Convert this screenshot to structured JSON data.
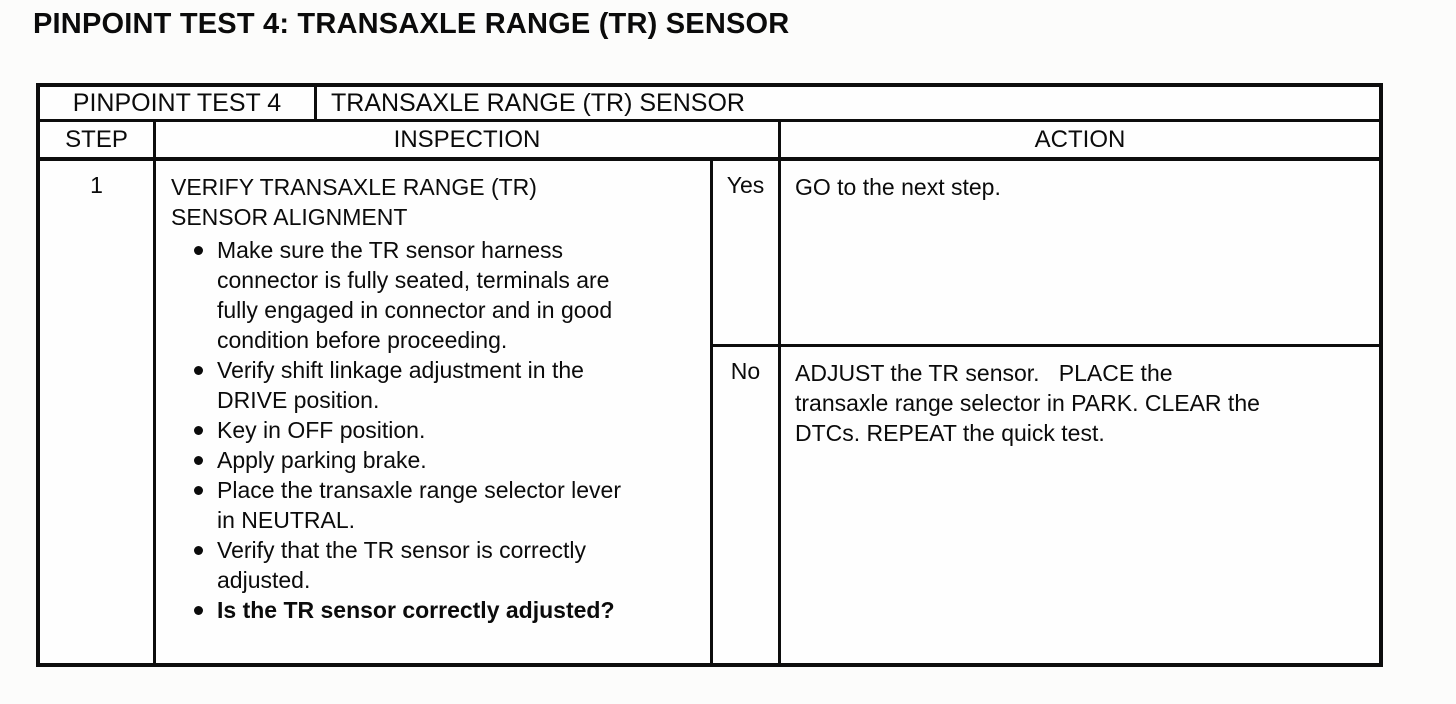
{
  "page_title": "PINPOINT TEST 4: TRANSAXLE RANGE (TR) SENSOR",
  "table": {
    "header": {
      "test_label": "PINPOINT TEST 4",
      "test_title": "TRANSAXLE RANGE (TR) SENSOR",
      "col_step": "STEP",
      "col_inspection": "INSPECTION",
      "col_action": "ACTION"
    },
    "rows": [
      {
        "step": "1",
        "inspection": {
          "title": "VERIFY TRANSAXLE RANGE (TR)\nSENSOR ALIGNMENT",
          "bullets": [
            {
              "text": "Make sure the TR sensor harness\nconnector is fully seated, terminals are\nfully engaged in connector and in good\ncondition before proceeding.",
              "bold": false
            },
            {
              "text": "Verify shift linkage adjustment in the\nDRIVE position.",
              "bold": false
            },
            {
              "text": "Key in OFF position.",
              "bold": false
            },
            {
              "text": "Apply parking brake.",
              "bold": false
            },
            {
              "text": "Place the transaxle range selector lever\nin NEUTRAL.",
              "bold": false
            },
            {
              "text": "Verify that the TR sensor is correctly\nadjusted.",
              "bold": false
            },
            {
              "text": "Is the TR sensor correctly adjusted?",
              "bold": true
            }
          ]
        },
        "outcomes": [
          {
            "answer": "Yes",
            "action": "GO to the next step."
          },
          {
            "answer": "No",
            "action": "ADJUST the TR sensor.   PLACE the\ntransaxle range selector in PARK. CLEAR the\nDTCs. REPEAT the quick test."
          }
        ]
      }
    ]
  }
}
